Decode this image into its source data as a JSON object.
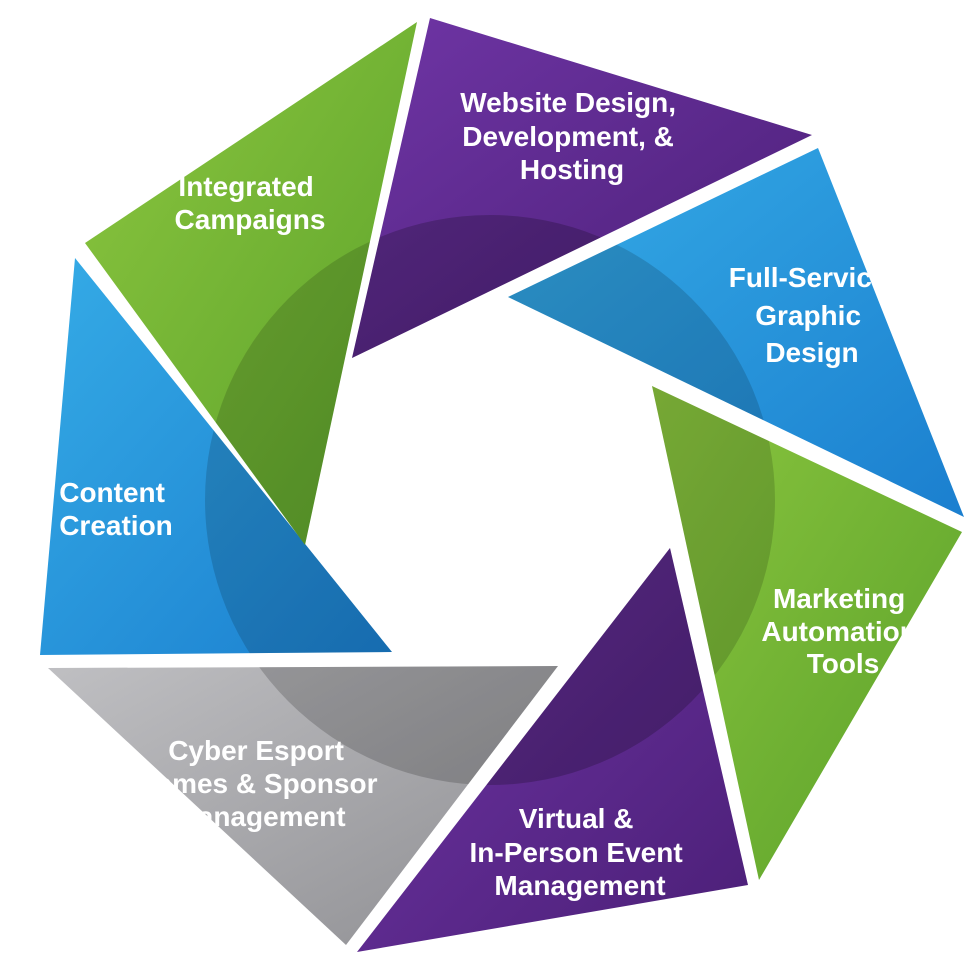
{
  "colors": {
    "green": "#7dbb3a",
    "purple": "#5e2a8c",
    "blue": "#2c9ddf",
    "gray": "#a9a9ad",
    "background": "#ffffff"
  },
  "segments": [
    {
      "id": "website",
      "color": "purple",
      "lines": [
        "Website Design,",
        "Development, &",
        "Hosting"
      ]
    },
    {
      "id": "graphic",
      "color": "blue",
      "lines": [
        "Full-Service",
        "Graphic",
        "Design"
      ]
    },
    {
      "id": "marketing",
      "color": "green",
      "lines": [
        "Marketing",
        "Automation",
        "Tools"
      ]
    },
    {
      "id": "events",
      "color": "purple",
      "lines": [
        "Virtual &",
        "In-Person Event",
        "Management"
      ]
    },
    {
      "id": "esport",
      "color": "gray",
      "lines": [
        "Cyber Esport",
        "Games & Sponsor",
        "Management"
      ]
    },
    {
      "id": "content",
      "color": "blue",
      "lines": [
        "Content",
        "Creation"
      ]
    },
    {
      "id": "campaigns",
      "color": "green",
      "lines": [
        "Integrated",
        "Campaigns"
      ]
    }
  ]
}
